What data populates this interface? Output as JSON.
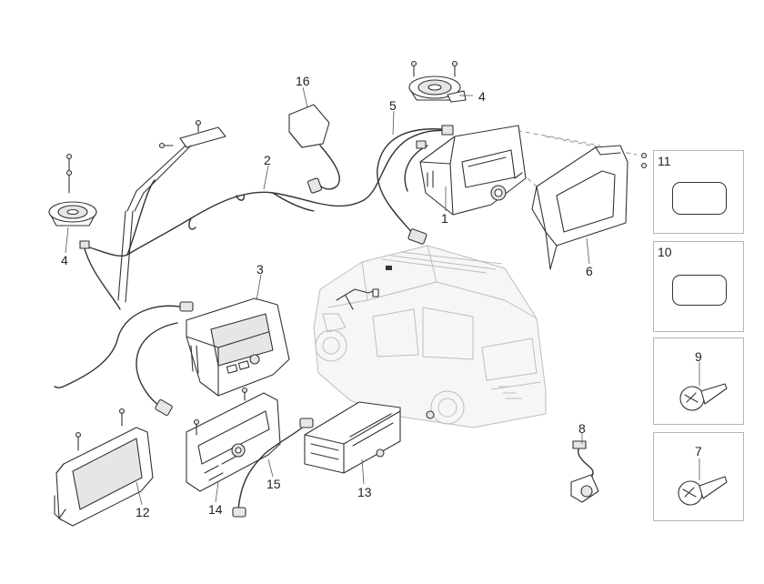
{
  "callouts": {
    "c1": "1",
    "c2": "2",
    "c3": "3",
    "c4a": "4",
    "c4b": "4",
    "c5": "5",
    "c6": "6",
    "c7": "7",
    "c8": "8",
    "c9": "9",
    "c10": "10",
    "c11": "11",
    "c12": "12",
    "c13": "13",
    "c14": "14",
    "c15": "15",
    "c16": "16"
  },
  "colors": {
    "line": "#333333",
    "ghost": "#bdbdbd",
    "panel_border": "#b5b5b5",
    "background": "#ffffff"
  },
  "icons": [
    "screw-icon",
    "speaker-icon",
    "antenna-icon",
    "radio-unit-icon",
    "display-unit-icon",
    "bezel-icon",
    "van-icon",
    "camera-icon",
    "clip-icon",
    "pad-icon"
  ]
}
